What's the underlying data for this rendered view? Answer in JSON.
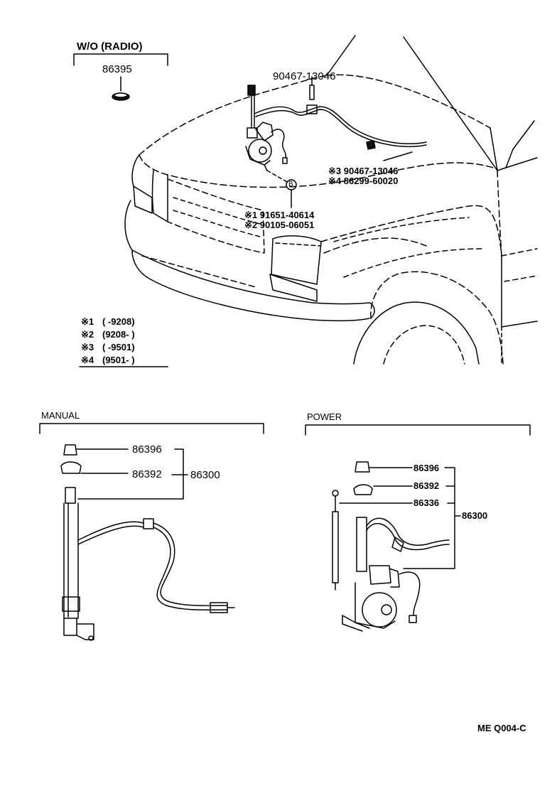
{
  "diagram": {
    "wo_radio": {
      "header": "W/O (RADIO)",
      "part": "86395"
    },
    "main_view": {
      "screw_part": "90467-13046",
      "clip_note_3": "※3 90467-13046",
      "clip_note_4": "※4 86299-60020",
      "mount_callout": "B",
      "bolt_note_1": "※1 91651-40614",
      "bolt_note_2": "※2 90105-06051"
    },
    "legend": [
      {
        "mark": "※1",
        "range": "(       -9208)"
      },
      {
        "mark": "※2",
        "range": "(9208-        )"
      },
      {
        "mark": "※3",
        "range": "(       -9501)"
      },
      {
        "mark": "※4",
        "range": "(9501-        )"
      }
    ],
    "manual": {
      "header": "MANUAL",
      "parts": [
        "86396",
        "86392"
      ],
      "assembly": "86300"
    },
    "power": {
      "header": "POWER",
      "parts": [
        "86396",
        "86392",
        "86336"
      ],
      "assembly": "86300"
    },
    "code": "ME  Q004-C"
  }
}
